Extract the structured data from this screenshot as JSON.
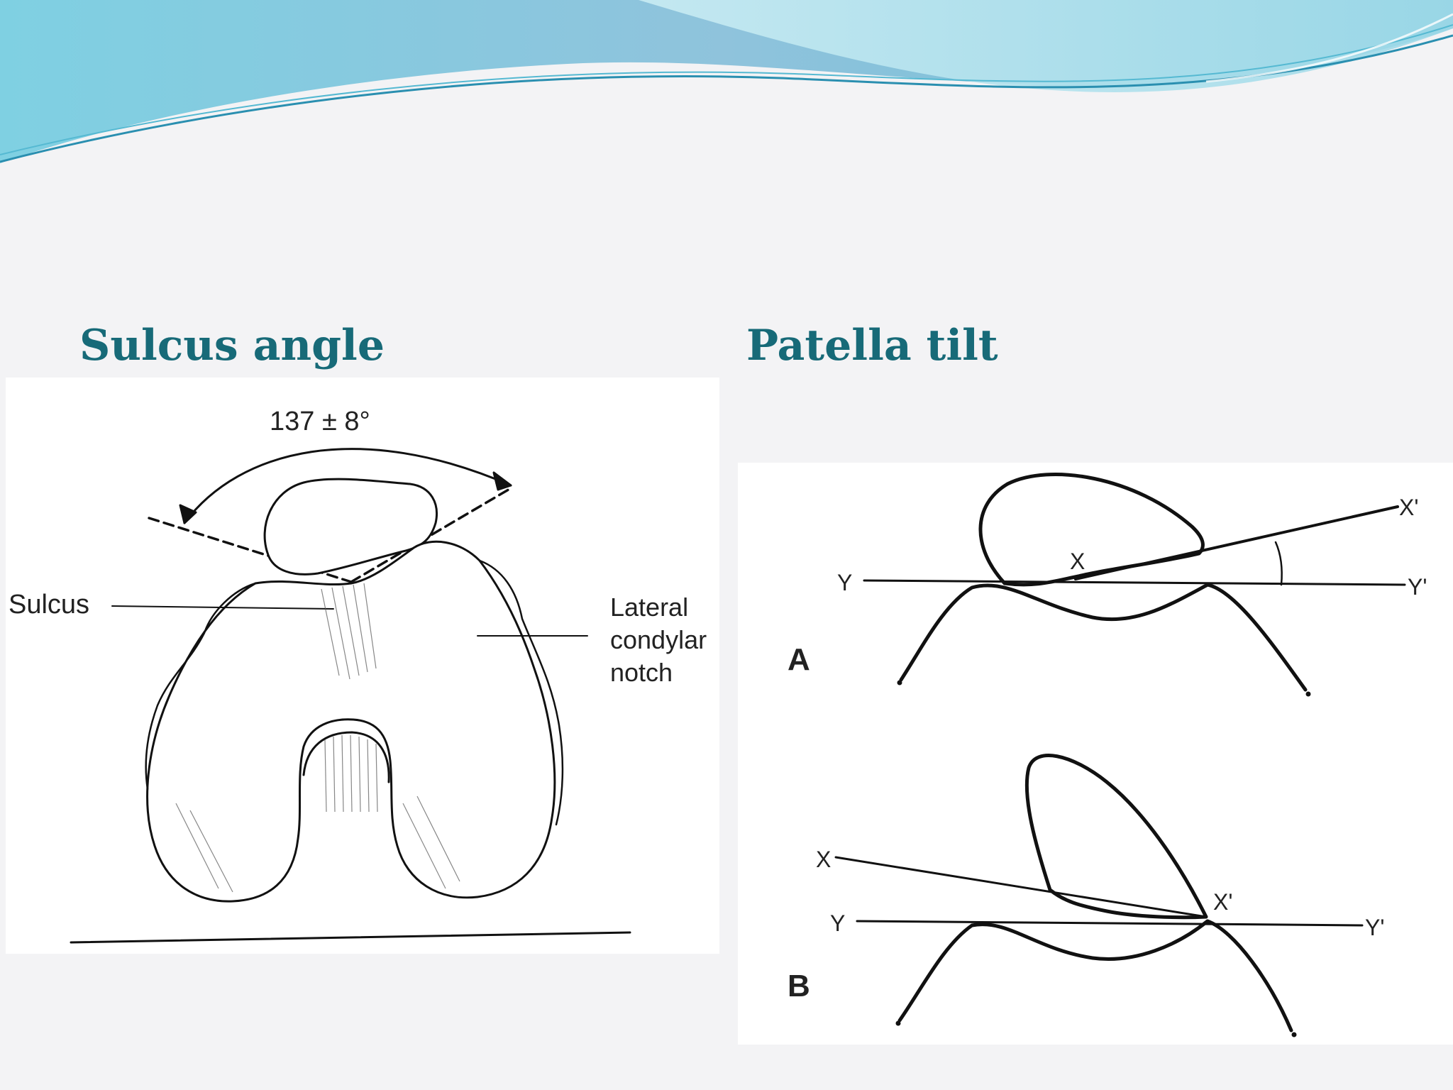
{
  "slide": {
    "left_title": "Sulcus angle",
    "right_title": "Patella tilt"
  },
  "sulcus_figure": {
    "angle_label": "137 ± 8°",
    "sulcus_label": "Sulcus",
    "notch_label_lines": [
      "Lateral",
      "condylar",
      "notch"
    ]
  },
  "tilt_figure": {
    "panel_a_label": "A",
    "panel_b_label": "B",
    "point_x": "X",
    "point_y": "Y",
    "point_x_prime": "X'",
    "point_y_prime": "Y'"
  },
  "colors": {
    "title": "#176a78",
    "wave_light": "#a6dbe6",
    "wave_dark": "#4fb3ca"
  }
}
